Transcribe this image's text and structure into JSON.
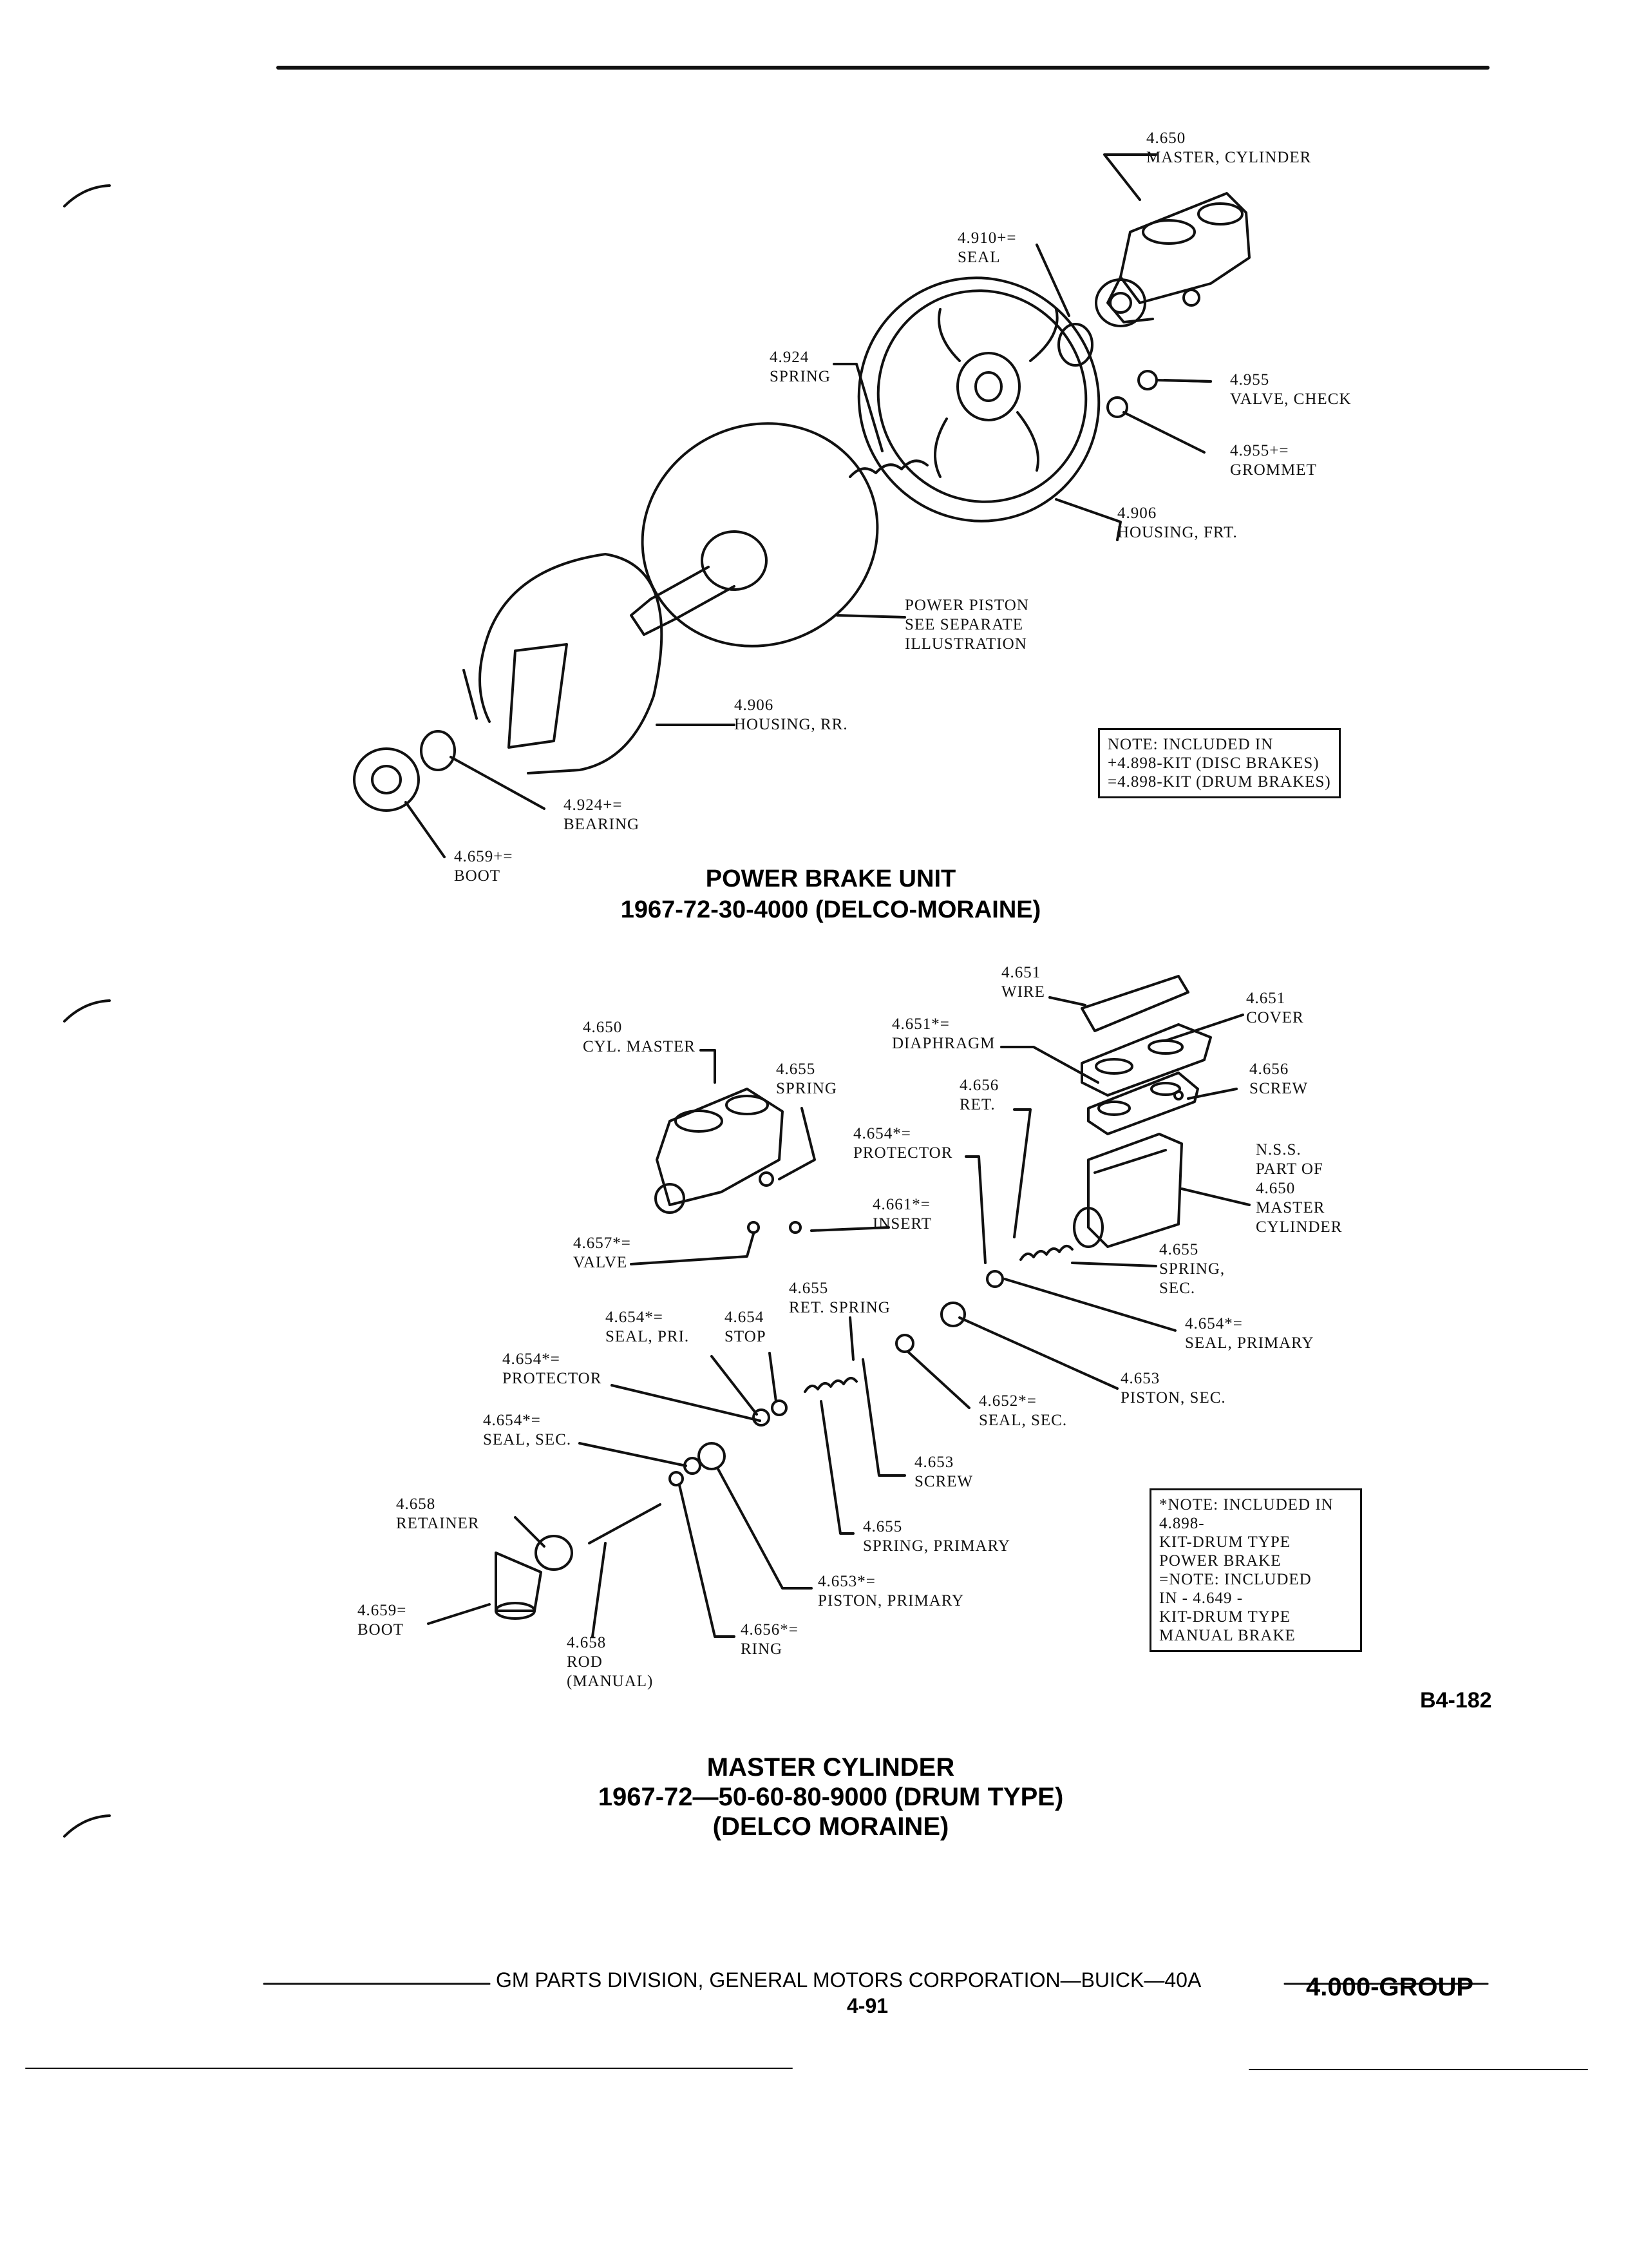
{
  "upper_diagram": {
    "title": [
      "POWER BRAKE UNIT",
      "1967-72-30-4000 (DELCO-MORAINE)"
    ],
    "callouts": {
      "master_cylinder": [
        "4.650",
        "MASTER, CYLINDER"
      ],
      "seal": [
        "4.910+=",
        "SEAL"
      ],
      "spring": [
        "4.924",
        "SPRING"
      ],
      "valve_check": [
        "4.955",
        "VALVE, CHECK"
      ],
      "grommet": [
        "4.955+=",
        "GROMMET"
      ],
      "housing_frt": [
        "4.906",
        "HOUSING, FRT."
      ],
      "power_piston": [
        "POWER PISTON",
        "SEE SEPARATE",
        "ILLUSTRATION"
      ],
      "housing_rr": [
        "4.906",
        "HOUSING, RR."
      ],
      "bearing": [
        "4.924+=",
        "BEARING"
      ],
      "boot": [
        "4.659+=",
        "BOOT"
      ]
    },
    "note": [
      "NOTE: INCLUDED IN",
      "+4.898-KIT (DISC BRAKES)",
      "=4.898-KIT (DRUM BRAKES)"
    ]
  },
  "lower_diagram": {
    "title": [
      "MASTER CYLINDER",
      "1967-72—50-60-80-9000 (DRUM TYPE)",
      "(DELCO MORAINE)"
    ],
    "callouts": {
      "wire": [
        "4.651",
        "WIRE"
      ],
      "cover": [
        "4.651",
        "COVER"
      ],
      "cyl_master": [
        "4.650",
        "CYL. MASTER"
      ],
      "diaphragm": [
        "4.651*=",
        "DIAPHRAGM"
      ],
      "spring": [
        "4.655",
        "SPRING"
      ],
      "screw_top": [
        "4.656",
        "SCREW"
      ],
      "ret": [
        "4.656",
        "RET."
      ],
      "protector_top": [
        "4.654*=",
        "PROTECTOR"
      ],
      "nss": [
        "N.S.S.",
        "PART OF",
        "4.650",
        "MASTER",
        "CYLINDER"
      ],
      "insert": [
        "4.661*=",
        "INSERT"
      ],
      "valve": [
        "4.657*=",
        "VALVE"
      ],
      "spring_sec": [
        "4.655",
        "SPRING,",
        "SEC."
      ],
      "ret_spring": [
        "4.655",
        "RET. SPRING"
      ],
      "seal_primary": [
        "4.654*=",
        "SEAL, PRIMARY"
      ],
      "seal_pri": [
        "4.654*=",
        "SEAL, PRI."
      ],
      "stop": [
        "4.654",
        "STOP"
      ],
      "piston_sec": [
        "4.653",
        "PISTON, SEC."
      ],
      "protector": [
        "4.654*=",
        "PROTECTOR"
      ],
      "seal_sec_right": [
        "4.652*=",
        "SEAL, SEC."
      ],
      "seal_sec_left": [
        "4.654*=",
        "SEAL, SEC."
      ],
      "screw": [
        "4.653",
        "SCREW"
      ],
      "retainer": [
        "4.658",
        "RETAINER"
      ],
      "spring_primary": [
        "4.655",
        "SPRING, PRIMARY"
      ],
      "piston_primary": [
        "4.653*=",
        "PISTON, PRIMARY"
      ],
      "boot": [
        "4.659=",
        "BOOT"
      ],
      "ring": [
        "4.656*=",
        "RING"
      ],
      "rod": [
        "4.658",
        "ROD",
        "(MANUAL)"
      ]
    },
    "note": [
      "*NOTE: INCLUDED IN",
      "4.898-",
      "KIT-DRUM TYPE",
      "POWER BRAKE",
      "=NOTE: INCLUDED",
      "IN - 4.649 -",
      "KIT-DRUM TYPE",
      "MANUAL BRAKE"
    ]
  },
  "figure_code": "B4-182",
  "footer": {
    "division": "GM PARTS DIVISION, GENERAL MOTORS CORPORATION—BUICK—40A",
    "page": "4-91",
    "group": "4.000-GROUP"
  }
}
